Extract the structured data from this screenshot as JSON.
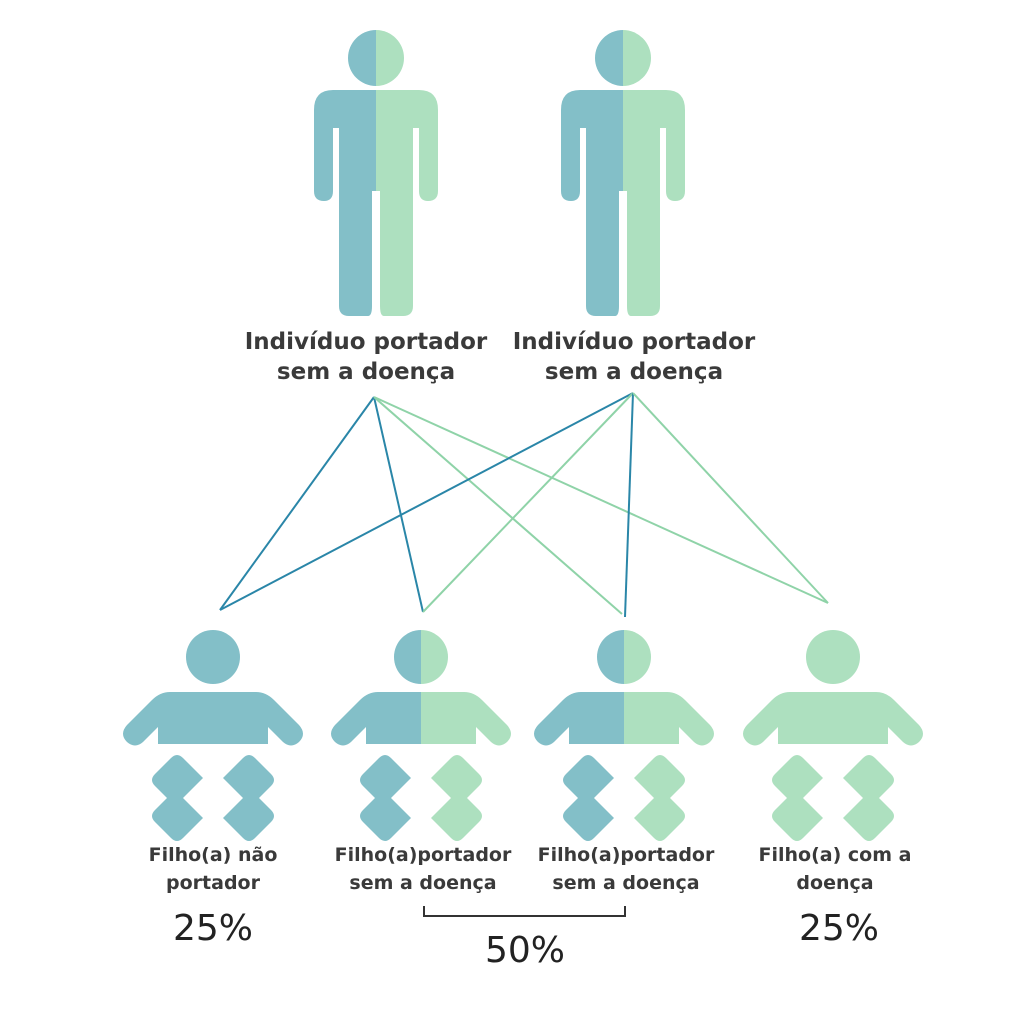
{
  "colors": {
    "teal": "#83bfc8",
    "green": "#ade0bf",
    "line_teal": "#2a86a8",
    "line_green": "#8fd3a8",
    "bracket": "#333333"
  },
  "parents": [
    {
      "label_line1": "Indivíduo portador",
      "label_line2": "sem a doença"
    },
    {
      "label_line1": "Indivíduo portador",
      "label_line2": "sem a doença"
    }
  ],
  "children": [
    {
      "label_line1": "Filho(a) não",
      "label_line2": "portador",
      "type": "non-carrier"
    },
    {
      "label_line1": "Filho(a)portador",
      "label_line2": "sem a doença",
      "type": "carrier"
    },
    {
      "label_line1": "Filho(a)portador",
      "label_line2": "sem a doença",
      "type": "carrier"
    },
    {
      "label_line1": "Filho(a) com a",
      "label_line2": "doença",
      "type": "affected"
    }
  ],
  "percentages": {
    "non_carrier": "25%",
    "carriers": "50%",
    "affected": "25%"
  }
}
